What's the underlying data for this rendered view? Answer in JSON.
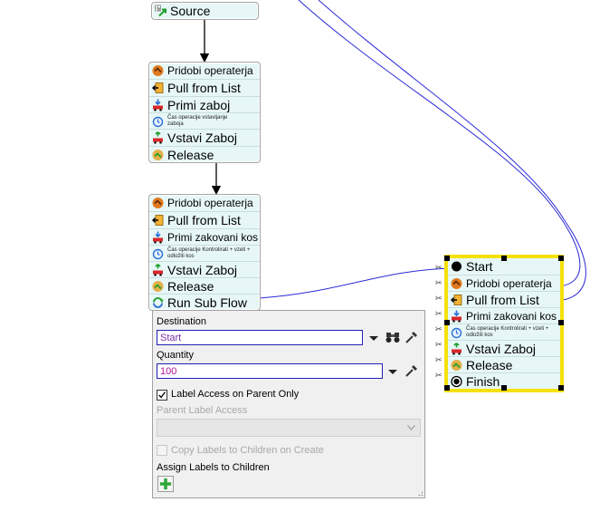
{
  "source_block": {
    "label": "Source"
  },
  "block1": {
    "rows": [
      {
        "label": "Pridobi operaterja",
        "icon": "acquire-operator-icon"
      },
      {
        "label": "Pull from List",
        "icon": "pull-list-icon"
      },
      {
        "label": "Primi zaboj",
        "icon": "load-icon"
      },
      {
        "label": "Čas operacije vstavljanje zaboja",
        "icon": "delay-icon"
      },
      {
        "label": "Vstavi Zaboj",
        "icon": "unload-icon"
      },
      {
        "label": "Release",
        "icon": "release-icon"
      }
    ]
  },
  "block2": {
    "rows": [
      {
        "label": "Pridobi operaterja",
        "icon": "acquire-operator-icon"
      },
      {
        "label": "Pull from List",
        "icon": "pull-list-icon"
      },
      {
        "label": "Primi zakovani kos",
        "icon": "load-icon"
      },
      {
        "label": "Čas operacije Kontrolirati + vzeti + odložiti kos",
        "icon": "delay-icon"
      },
      {
        "label": "Vstavi Zaboj",
        "icon": "unload-icon"
      },
      {
        "label": "Release",
        "icon": "release-icon"
      },
      {
        "label": "Run Sub Flow",
        "icon": "run-subflow-icon"
      }
    ]
  },
  "subflow_block": {
    "rows": [
      {
        "label": "Start",
        "icon": "start-icon"
      },
      {
        "label": "Pridobi operaterja",
        "icon": "acquire-operator-icon"
      },
      {
        "label": "Pull from List",
        "icon": "pull-list-icon"
      },
      {
        "label": "Primi zakovani kos",
        "icon": "load-icon"
      },
      {
        "label": "Čas operacije Kontrolirati + vzeti + odložiti kos",
        "icon": "delay-icon"
      },
      {
        "label": "Vstavi Zaboj",
        "icon": "unload-icon"
      },
      {
        "label": "Release",
        "icon": "release-icon"
      },
      {
        "label": "Finish",
        "icon": "finish-icon"
      }
    ]
  },
  "properties": {
    "destination_label": "Destination",
    "destination_value": "Start",
    "quantity_label": "Quantity",
    "quantity_value": "100",
    "label_access_parent_only": "Label Access on Parent Only",
    "label_access_parent_only_checked": true,
    "parent_label_access": "Parent Label Access",
    "copy_labels": "Copy Labels to Children on Create",
    "copy_labels_checked": false,
    "assign_labels": "Assign Labels to Children"
  },
  "colors": {
    "block_fill": "#e7f7f7",
    "selection": "#f5e10a",
    "wire": "#2b2bd6",
    "destination_text": "#7a2da8",
    "quantity_text": "#b0139f"
  }
}
